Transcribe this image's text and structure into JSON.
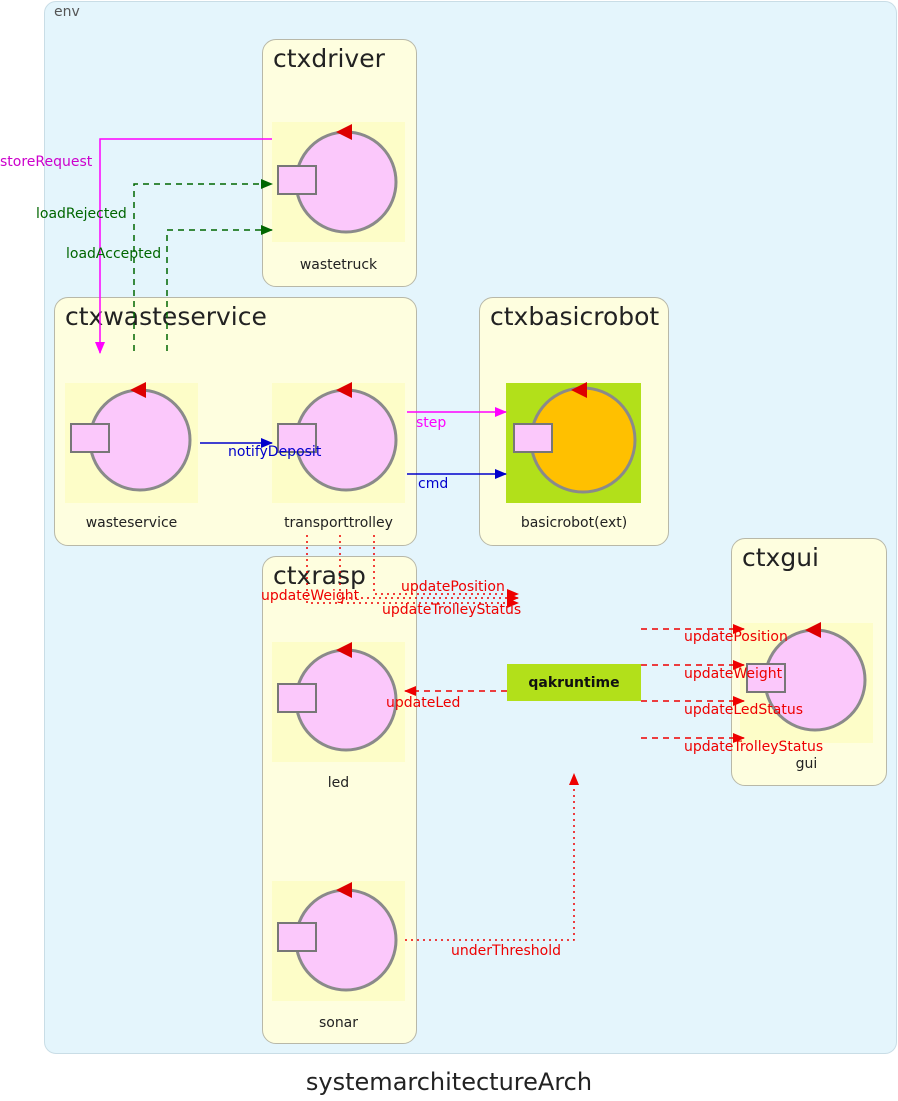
{
  "env_label": "env",
  "caption": "systemarchitectureArch",
  "contexts": {
    "ctxdriver": "ctxdriver",
    "ctxwasteservice": "ctxwasteservice",
    "ctxbasicrobot": "ctxbasicrobot",
    "ctxrasp": "ctxrasp",
    "ctxgui": "ctxgui"
  },
  "actors": {
    "wastetruck": "wastetruck",
    "wasteservice": "wasteservice",
    "transporttrolley": "transporttrolley",
    "basicrobot": "basicrobot(ext)",
    "led": "led",
    "sonar": "sonar",
    "gui": "gui"
  },
  "qakruntime": "qakruntime",
  "messages": {
    "storeRequest": "storeRequest",
    "loadRejected": "loadRejected",
    "loadAccepted": "loadAccepted",
    "notifyDeposit": "notifyDeposit",
    "step": "step",
    "cmd": "cmd",
    "updatePosition": "updatePosition",
    "updateWeight": "updateWeight",
    "updateTrolleyStatus": "updateTrolleyStatus",
    "updateLed": "updateLed",
    "updateLedStatus": "updateLedStatus",
    "underThreshold": "underThreshold"
  },
  "colors": {
    "dispatch": "#ff00ff",
    "reply": "#006600",
    "request": "#0000cc",
    "event": "#ee0000",
    "actor_fill": "#fbc8fb",
    "external_bg": "#b2e01a",
    "external_fill": "#ffc000",
    "qakruntime_bg": "#b2e01a"
  }
}
